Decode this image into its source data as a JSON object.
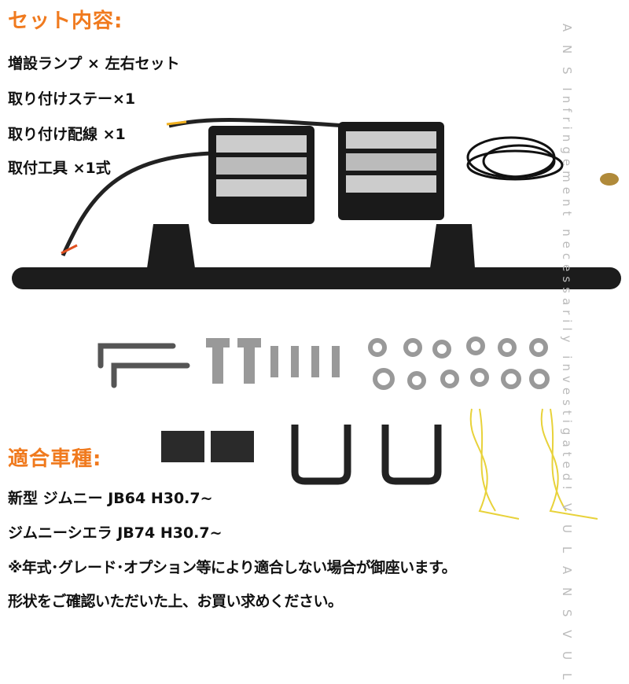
{
  "set_contents": {
    "heading": "セット内容:",
    "items": [
      "増設ランプ × 左右セット",
      "取り付けステー×1",
      "取り付け配線 ×1",
      "取付工具 ×1式"
    ]
  },
  "compatibility": {
    "heading": "適合車種:",
    "models": [
      "新型 ジムニー JB64 H30.7~",
      "ジムニーシエラ JB74 H30.7~"
    ],
    "notes": [
      "※年式･グレード･オプション等により適合しない場合が御座います。",
      "形状をご確認いただいた上、お買い求めください。"
    ]
  },
  "watermark": "A N S Infringement necessarily investigated! V U L A N S V U L",
  "colors": {
    "accent": "#f07a1e",
    "text": "#111111",
    "wire": "#e8d23a"
  }
}
